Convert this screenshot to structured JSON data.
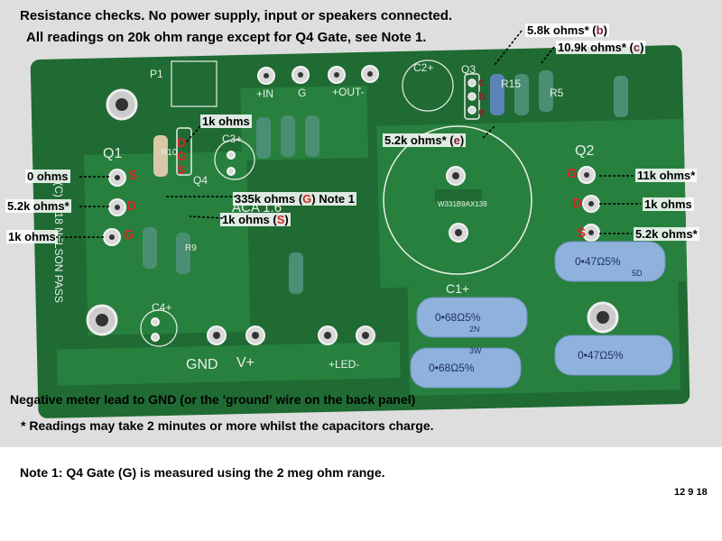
{
  "header": {
    "line1": "Resistance checks. No power supply, input or speakers connected.",
    "line2": "All readings on 20k ohm range except for Q4 Gate, see Note 1."
  },
  "pcb": {
    "board_color": "#1f6b33",
    "labels": {
      "p1": "P1",
      "q1": "Q1",
      "q2": "Q2",
      "q3": "Q3",
      "q4": "Q4",
      "r10": "R10",
      "r9": "R9",
      "r5": "R5",
      "r15": "R15",
      "c1": "C1+",
      "c2": "C2+",
      "c3": "C3+",
      "c4": "C4+",
      "in": "+IN",
      "g": "G",
      "out": "+OUT-",
      "aca": "ACA 1.6",
      "gnd": "GND",
      "vplus": "V+",
      "led": "+LED-",
      "copyright": "(C) 2018 NELSON PASS",
      "cap_code": "W331B9AX138",
      "r_big1": "0•68Ω5%",
      "r_big2": "0•68Ω5%",
      "r_big3": "0•47Ω5%",
      "r_big4": "0•47Ω5%",
      "r_code_3w": "3W",
      "r_code_2n": "2N",
      "r_code_5d": "5D"
    }
  },
  "q1": {
    "s_reading": "0 ohms",
    "s": "S",
    "d_reading": "5.2k ohms*",
    "d": "D",
    "g_reading": "1k ohms",
    "g": "G"
  },
  "q2": {
    "g_reading": "11k ohms*",
    "g": "G",
    "d_reading": "1k ohms",
    "d": "D",
    "s_reading": "5.2k ohms*",
    "s": "S"
  },
  "q3": {
    "b_reading": "5.8k ohms*",
    "b_open": "(",
    "b": "b",
    "b_close": ")",
    "c_reading": "10.9k ohms*",
    "c_open": "(",
    "c": "c",
    "c_close": ")",
    "e_reading": "5.2k ohms*",
    "e_open": "(",
    "e": "e",
    "e_close": ")",
    "pin_c": "c",
    "pin_b": "b",
    "pin_e": "e"
  },
  "q4": {
    "d_reading": "1k ohms",
    "d": "D",
    "g": "G",
    "s": "S",
    "g_reading": "335k ohms",
    "g_open": "(",
    "g_letter": "G",
    "g_close": ")",
    "g_note": "Note 1",
    "s_reading": "1k ohms",
    "s_open": "(",
    "s_letter": "S",
    "s_close": ")"
  },
  "footer": {
    "meter": "Negative meter lead to GND (or the 'ground' wire on the back panel)",
    "charge": "* Readings may take 2 minutes or more whilst the capacitors charge.",
    "note1": "Note 1: Q4 Gate (G) is measured using the 2 meg ohm range.",
    "date": "12 9 18"
  },
  "colors": {
    "pin_red": "#d62626",
    "pin_dark_red": "#8b1f3a"
  }
}
